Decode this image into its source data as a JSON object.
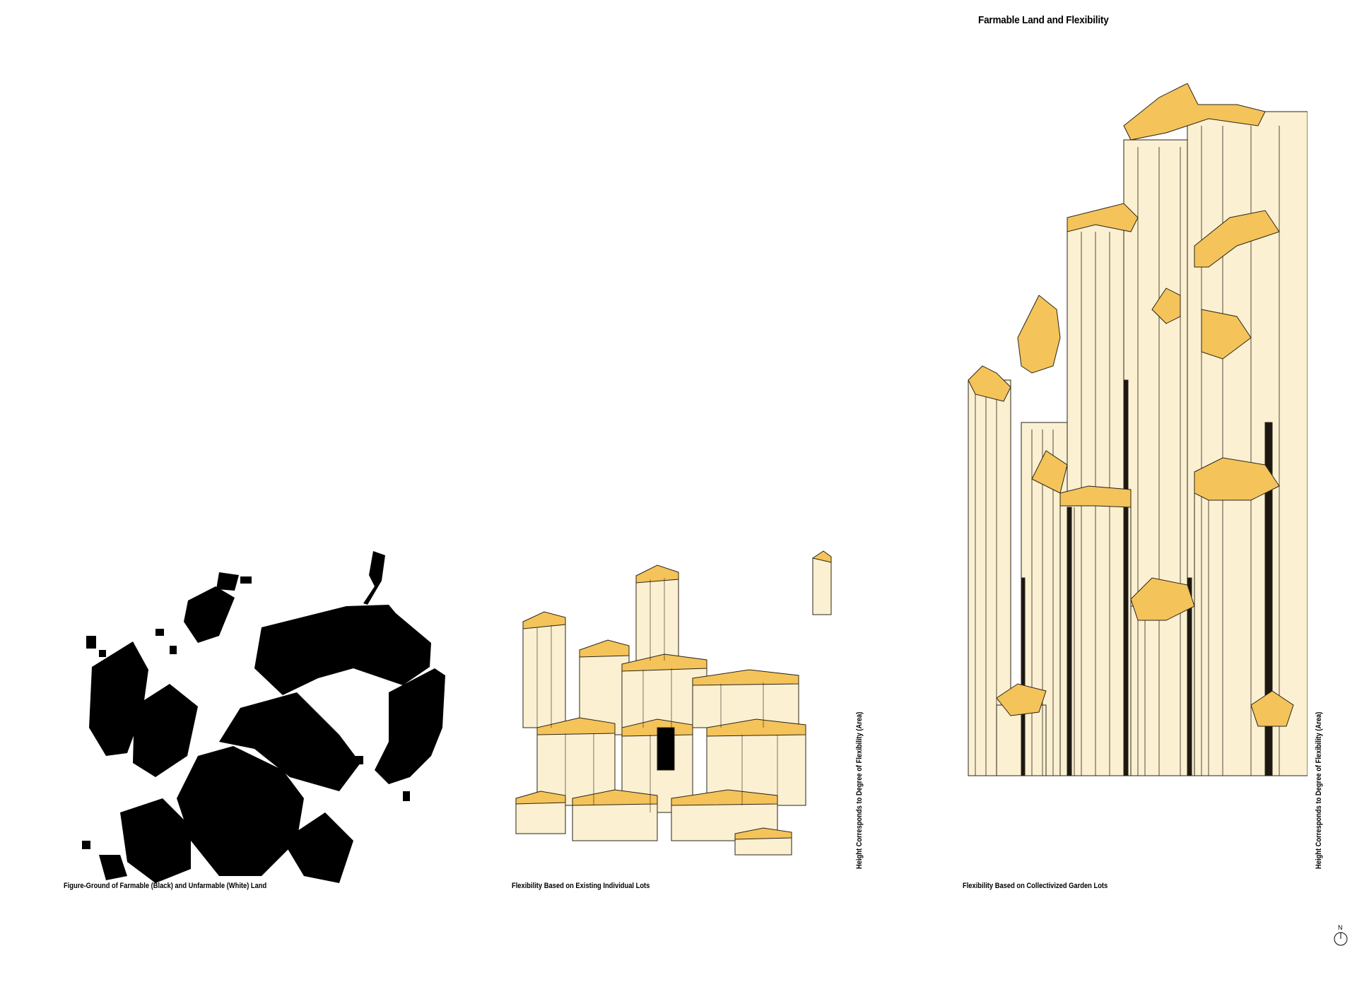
{
  "title": "Farmable Land and Flexibility",
  "panels": [
    {
      "caption": "Figure-Ground of Farmable (Black) and Unfarmable (White) Land"
    },
    {
      "caption": "Flexibility Based on Existing Individual Lots",
      "side_label": "Height Corresponds to Degree of Flexibility (Area)"
    },
    {
      "caption": "Flexibility Based on Collectivized Garden Lots",
      "side_label": "Height Corresponds to Degree of Flexibility (Area)"
    }
  ],
  "north_label": "N",
  "colors": {
    "farmable": "#000000",
    "lot_top": "#f4c35a",
    "lot_side": "#fbf0d2",
    "edge": "#2a2418"
  }
}
